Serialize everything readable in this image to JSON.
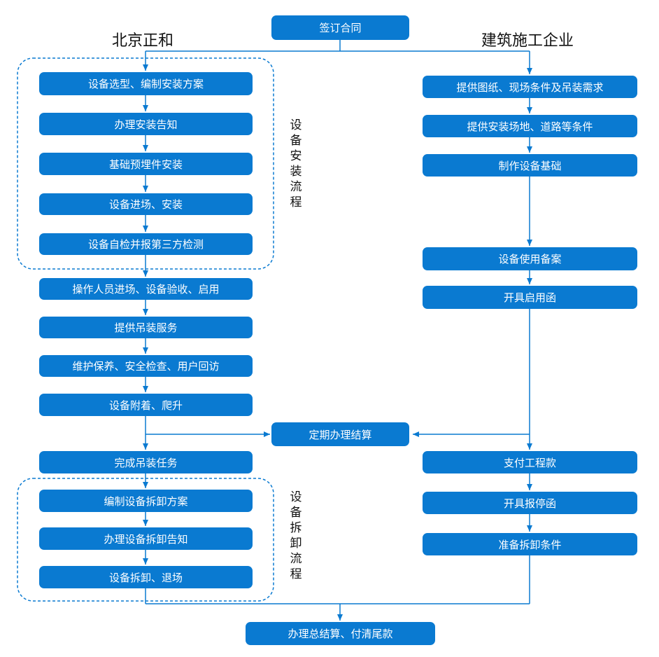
{
  "colors": {
    "box_fill": "#0a7ad1",
    "box_text": "#ffffff",
    "line": "#0a7ad1",
    "dashed_border": "#0a7ad1"
  },
  "top": {
    "start": "签订合同",
    "end": "办理总结算、付清尾款",
    "settle": "定期办理结算"
  },
  "left": {
    "title": "北京正和",
    "install_group_label": "设备安装流程",
    "dismantle_group_label": "设备拆卸流程",
    "steps": [
      "设备选型、编制安装方案",
      "办理安装告知",
      "基础预埋件安装",
      "设备进场、安装",
      "设备自检并报第三方检测",
      "操作人员进场、设备验收、启用",
      "提供吊装服务",
      "维护保养、安全检查、用户回访",
      "设备附着、爬升",
      "完成吊装任务",
      "编制设备拆卸方案",
      "办理设备拆卸告知",
      "设备拆卸、退场"
    ]
  },
  "right": {
    "title": "建筑施工企业",
    "steps": [
      "提供图纸、现场条件及吊装需求",
      "提供安装场地、道路等条件",
      "制作设备基础",
      "设备使用备案",
      "开具启用函",
      "支付工程款",
      "开具报停函",
      "准备拆卸条件"
    ]
  }
}
